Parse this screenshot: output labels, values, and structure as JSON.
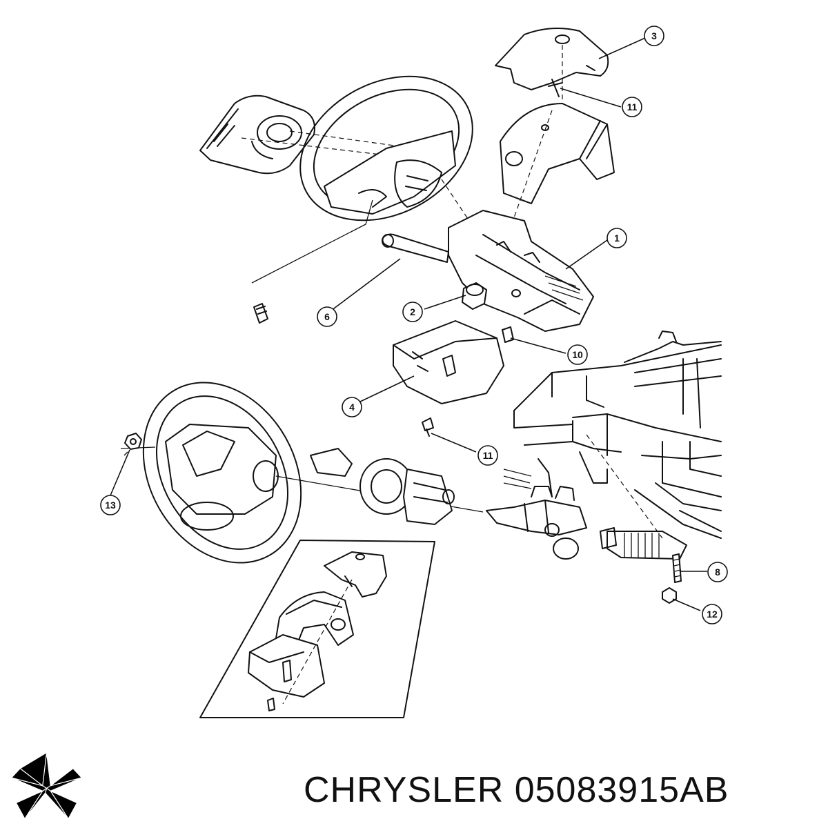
{
  "diagram": {
    "callouts": [
      {
        "id": "callout-3",
        "label": "3"
      },
      {
        "id": "callout-11-top",
        "label": "11"
      },
      {
        "id": "callout-1",
        "label": "1"
      },
      {
        "id": "callout-6",
        "label": "6"
      },
      {
        "id": "callout-2",
        "label": "2"
      },
      {
        "id": "callout-10",
        "label": "10"
      },
      {
        "id": "callout-4",
        "label": "4"
      },
      {
        "id": "callout-11-bottom",
        "label": "11"
      },
      {
        "id": "callout-13",
        "label": "13"
      },
      {
        "id": "callout-8",
        "label": "8"
      },
      {
        "id": "callout-12",
        "label": "12"
      }
    ]
  },
  "caption": {
    "brand": "CHRYSLER",
    "part_number": "05083915AB"
  },
  "logo": {
    "icon": "pentastar-icon",
    "color": "#000000"
  }
}
